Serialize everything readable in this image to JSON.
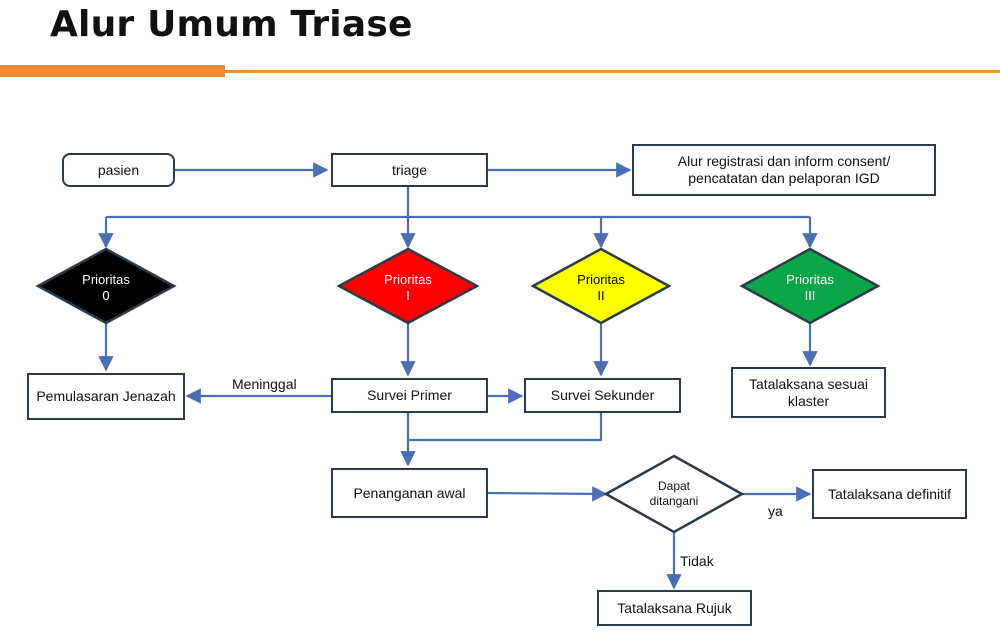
{
  "title": "Alur Umum Triase",
  "nodes": {
    "pasien": "pasien",
    "triage": "triage",
    "registrasi_line1": "Alur registrasi dan inform consent/",
    "registrasi_line2": "pencatatan dan pelaporan IGD",
    "p0_line1": "Prioritas",
    "p0_line2": "0",
    "p1_line1": "Prioritas",
    "p1_line2": "I",
    "p2_line1": "Prioritas",
    "p2_line2": "II",
    "p3_line1": "Prioritas",
    "p3_line2": "III",
    "pemulasaran": "Pemulasaran Jenazah",
    "survei_primer": "Survei Primer",
    "survei_sekunder": "Survei Sekunder",
    "tatalaksana_klaster_line1": "Tatalaksana sesuai",
    "tatalaksana_klaster_line2": "klaster",
    "penanganan_awal": "Penanganan awal",
    "dapat_line1": "Dapat",
    "dapat_line2": "ditangani",
    "tatalaksana_definitif": "Tatalaksana definitif",
    "tatalaksana_rujuk": "Tatalaksana Rujuk"
  },
  "edge_labels": {
    "meninggal": "Meninggal",
    "ya": "ya",
    "tidak": "Tidak"
  },
  "colors": {
    "accent": "#f28a2e",
    "arrow": "#4a6fb5",
    "border": "#2a3a48",
    "p0": "#000000",
    "p1": "#ff0000",
    "p2": "#ffff00",
    "p3": "#0ba54a"
  }
}
